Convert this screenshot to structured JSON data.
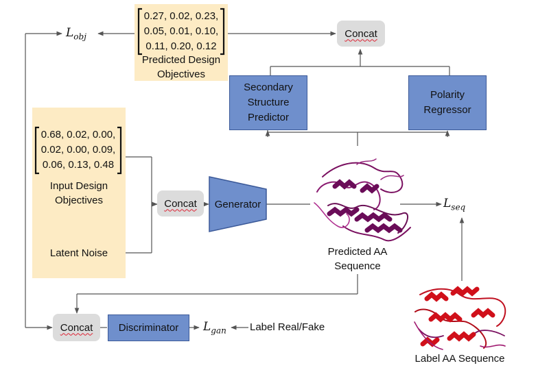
{
  "objectives_output": {
    "rows": [
      "0.27, 0.02, 0.23,",
      "0.05, 0.01, 0.10,",
      "0.11, 0.20, 0.12"
    ],
    "label_lines": [
      "Predicted Design",
      "Objectives"
    ]
  },
  "objectives_input": {
    "rows": [
      "0.68, 0.02, 0.00,",
      "0.02, 0.00, 0.09,",
      "0.06, 0.13, 0.48"
    ],
    "label_lines": [
      "Input Design",
      "Objectives"
    ],
    "noise_label": "Latent Noise"
  },
  "nodes": {
    "concat_top": "Concat",
    "concat_mid": "Concat",
    "concat_bottom": "Concat",
    "generator": "Generator",
    "discriminator": "Discriminator",
    "ss_predictor_lines": [
      "Secondary",
      "Structure",
      "Predictor"
    ],
    "polarity_lines": [
      "Polarity",
      "Regressor"
    ]
  },
  "losses": {
    "obj": {
      "base": "L",
      "sub": "obj"
    },
    "seq": {
      "base": "L",
      "sub": "seq"
    },
    "gan": {
      "base": "L",
      "sub": "gan"
    }
  },
  "labels": {
    "predicted_seq_lines": [
      "Predicted AA",
      "Sequence"
    ],
    "label_seq": "Label AA Sequence",
    "real_fake": "Label Real/Fake"
  },
  "colors": {
    "panel": "#fdebc4",
    "concat_box": "#dcdcdc",
    "model_box": "#6f8fcc",
    "predicted_protein": "#7a1060",
    "label_protein": "#d0101a"
  }
}
